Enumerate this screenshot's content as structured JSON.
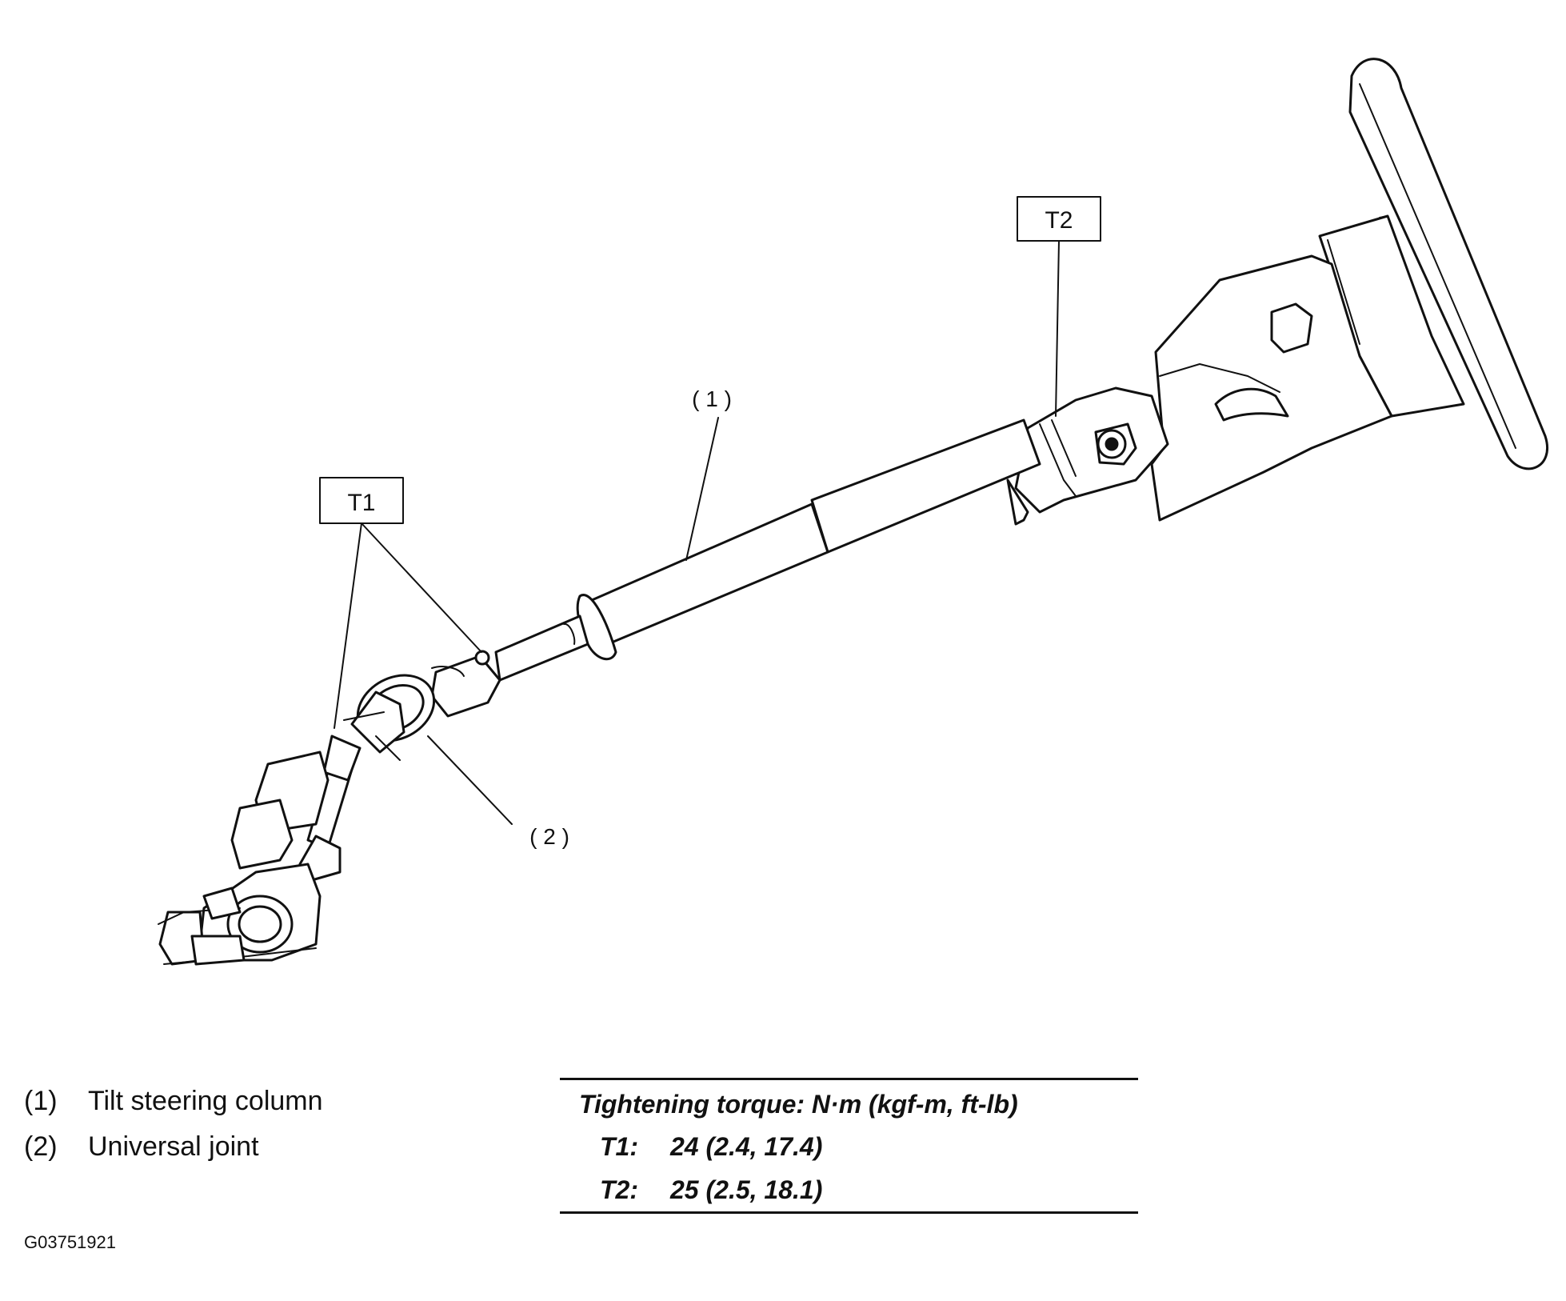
{
  "diagram": {
    "callouts": {
      "t1": "T1",
      "t2": "T2",
      "part1": "( 1 )",
      "part2": "( 2 )"
    }
  },
  "legend": [
    {
      "num": "(1)",
      "label": "Tilt steering column"
    },
    {
      "num": "(2)",
      "label": "Universal joint"
    }
  ],
  "torque": {
    "title": "Tightening torque: N·m (kgf-m, ft-lb)",
    "rows": [
      {
        "key": "T1:",
        "value": "24 (2.4, 17.4)"
      },
      {
        "key": "T2:",
        "value": "25 (2.5, 18.1)"
      }
    ]
  },
  "figure_id": "G03751921"
}
